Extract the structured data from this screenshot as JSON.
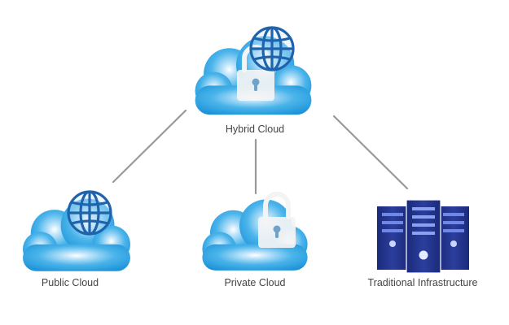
{
  "nodes": {
    "hybrid": {
      "label": "Hybrid Cloud",
      "icons": [
        "cloud-icon",
        "globe-icon",
        "padlock-icon"
      ]
    },
    "public": {
      "label": "Public Cloud",
      "icons": [
        "cloud-icon",
        "globe-icon"
      ]
    },
    "private": {
      "label": "Private Cloud",
      "icons": [
        "cloud-icon",
        "padlock-icon"
      ]
    },
    "traditional": {
      "label": "Traditional Infrastructure",
      "icons": [
        "server-rack-icon"
      ]
    }
  },
  "edges": [
    {
      "from": "hybrid",
      "to": "public"
    },
    {
      "from": "hybrid",
      "to": "private"
    },
    {
      "from": "hybrid",
      "to": "traditional"
    }
  ],
  "colors": {
    "cloud_light": "#bfe4fa",
    "cloud_mid": "#4ab4ea",
    "cloud_dark": "#1d93d9",
    "globe": "#1f63ad",
    "lock": "#f4f4f4",
    "lock_keyhole": "#6fa3c9",
    "server_dark": "#1a2a7a",
    "server_mid": "#2b3e9c",
    "server_light": "#6f87e6",
    "connector": "#999999",
    "label_text": "#444444"
  }
}
